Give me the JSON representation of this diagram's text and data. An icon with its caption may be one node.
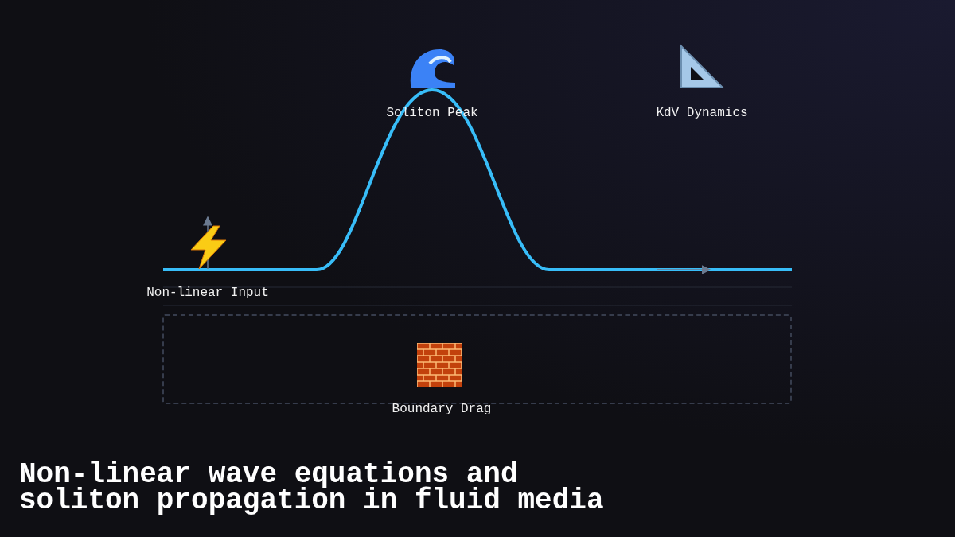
{
  "diagram": {
    "title": "Non-linear wave equations and soliton propagation in fluid media",
    "nodes": [
      {
        "text": [
          "Boundary Drag"
        ]
      }
    ],
    "labels": [
      "Soliton Peak",
      "KdV Dynamics",
      "Non-linear Input"
    ]
  }
}
